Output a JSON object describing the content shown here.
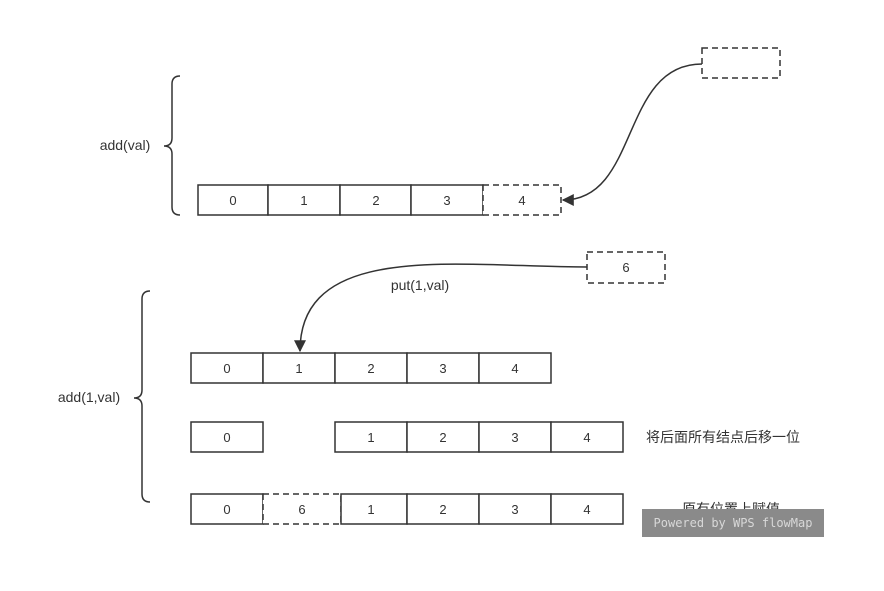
{
  "labels": {
    "add": "add(val)",
    "add_at_index": "add(1,val)",
    "put": "put(1,val)",
    "shift_note": "将后面所有结点后移一位",
    "assign_note": "原有位置上赋值"
  },
  "nodes": {
    "new_empty": "",
    "new_value": "6"
  },
  "rows": {
    "row1": [
      "0",
      "1",
      "2",
      "3",
      "4"
    ],
    "row2": [
      "0",
      "1",
      "2",
      "3",
      "4"
    ],
    "row3": [
      "0",
      "1",
      "2",
      "3",
      "4"
    ],
    "row4": [
      "0",
      "6",
      "1",
      "2",
      "3",
      "4"
    ]
  },
  "watermark": "Powered by WPS flowMap",
  "colors": {
    "stroke": "#333333",
    "watermark_bg": "#8a8a8a"
  }
}
